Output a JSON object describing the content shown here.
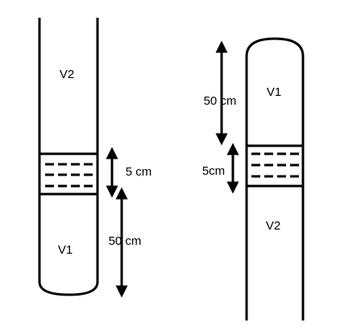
{
  "left_tube": {
    "top_gas_label": "V2",
    "bottom_gas_label": "V1",
    "liquid_height_label": "5 cm",
    "bottom_column_label": "50 cm"
  },
  "right_tube": {
    "top_gas_label": "V1",
    "bottom_gas_label": "V2",
    "top_column_label": "50 cm",
    "liquid_height_label": "5cm"
  }
}
